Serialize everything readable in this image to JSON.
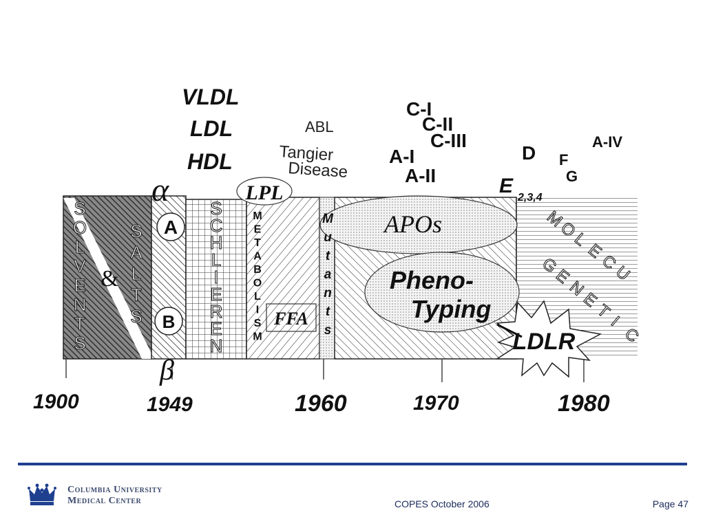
{
  "timeline": {
    "years": [
      "1900",
      "1949",
      "1960",
      "1970",
      "1980"
    ]
  },
  "labels": {
    "vldl": "VLDL",
    "ldl": "LDL",
    "hdl": "HDL",
    "abl": "ABL",
    "tangier_1": "Tangier",
    "tangier_2": "Disease",
    "ci": "C-I",
    "cii": "C-II",
    "ciii": "C-III",
    "ai": "A-I",
    "aii": "A-II",
    "d": "D",
    "f": "F",
    "g": "G",
    "aiv": "A-IV",
    "e": "E",
    "e_sub": "2,3,4",
    "alpha": "α",
    "beta": "β",
    "a_circle": "A",
    "b_circle": "B",
    "lpl": "LPL",
    "apos": "APOs",
    "pheno_1": "Pheno-",
    "pheno_2": "Typing",
    "ldlr": "LDLR",
    "ffa": "FFA",
    "amp": "&"
  },
  "vertical_words": {
    "solvents": [
      "S",
      "O",
      "L",
      "V",
      "E",
      "N",
      "T",
      "S"
    ],
    "salts": [
      "S",
      "A",
      "L",
      "T",
      "S"
    ],
    "schlieren": [
      "S",
      "C",
      "H",
      "L",
      "I",
      "E",
      "R",
      "E",
      "N"
    ],
    "metabolism": [
      "M",
      "E",
      "T",
      "A",
      "B",
      "O",
      "L",
      "I",
      "S",
      "M"
    ],
    "mutants": [
      "M",
      "u",
      "t",
      "a",
      "n",
      "t",
      "s"
    ],
    "molecular_1": [
      "M",
      "O",
      "L",
      "E",
      "C",
      "U"
    ],
    "molecular_2": [
      "G",
      "E",
      "N",
      "E",
      "T",
      "I",
      "C"
    ]
  },
  "footer": {
    "logo_line1": "Columbia University",
    "logo_line2": "Medical Center",
    "center": "COPES October 2006",
    "page": "Page 47"
  },
  "colors": {
    "rule": "#1f3f8f",
    "logo": "#1f3f8f"
  }
}
